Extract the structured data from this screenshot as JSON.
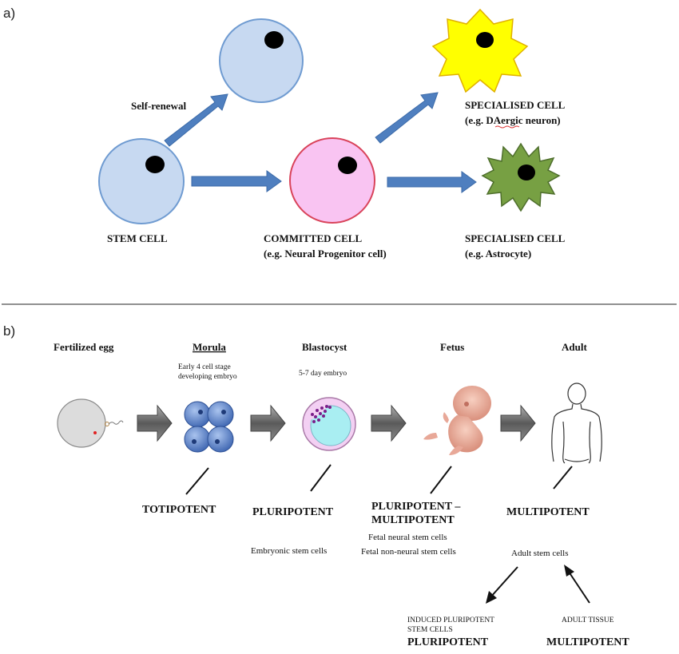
{
  "panel_a": {
    "label": "a)",
    "self_renewal": "Self-renewal",
    "stem_cell": "STEM CELL",
    "committed_cell": "COMMITTED CELL",
    "committed_cell_example": "(e.g. Neural Progenitor cell)",
    "specialised_1": "SPECIALISED CELL",
    "specialised_1_example": "(e.g. DAergic neuron)",
    "specialised_2": "SPECIALISED CELL",
    "specialised_2_example": "(e.g. Astrocyte)"
  },
  "panel_b": {
    "label": "b)",
    "stages": {
      "egg": "Fertilized egg",
      "morula": "Morula",
      "morula_note_1": "Early 4 cell stage",
      "morula_note_2": "developing embryo",
      "blastocyst": "Blastocyst",
      "blastocyst_note": "5-7 day embryo",
      "fetus": "Fetus",
      "adult": "Adult"
    },
    "potency": {
      "totipotent": "TOTIPOTENT",
      "pluripotent": "PLURIPOTENT",
      "fetus_line1": "PLURIPOTENT –",
      "fetus_line2": "MULTIPOTENT",
      "multipotent": "MULTIPOTENT"
    },
    "notes": {
      "embryonic": "Embryonic stem cells",
      "fetal_neural": "Fetal neural stem cells",
      "fetal_non_neural": "Fetal non-neural stem cells",
      "adult_stem": "Adult stem cells",
      "ipsc_line1": "INDUCED PLURIPOTENT",
      "ipsc_line2": "STEM CELLS",
      "ipsc_potency": "PLURIPOTENT",
      "adult_tissue": "ADULT  TISSUE",
      "adult_tissue_potency": "MULTIPOTENT"
    }
  },
  "colors": {
    "stem_fill": "#c7d9f1",
    "stem_stroke": "#6f9bd1",
    "committed_fill": "#f9c4f2",
    "committed_stroke": "#d9435a",
    "neuron_fill": "#ffff00",
    "neuron_stroke": "#e0b000",
    "astro_fill": "#77a043",
    "astro_stroke": "#4e6e2c",
    "arrow_fill": "#4f7fbf",
    "arrow_stroke": "#3b6aa8"
  }
}
